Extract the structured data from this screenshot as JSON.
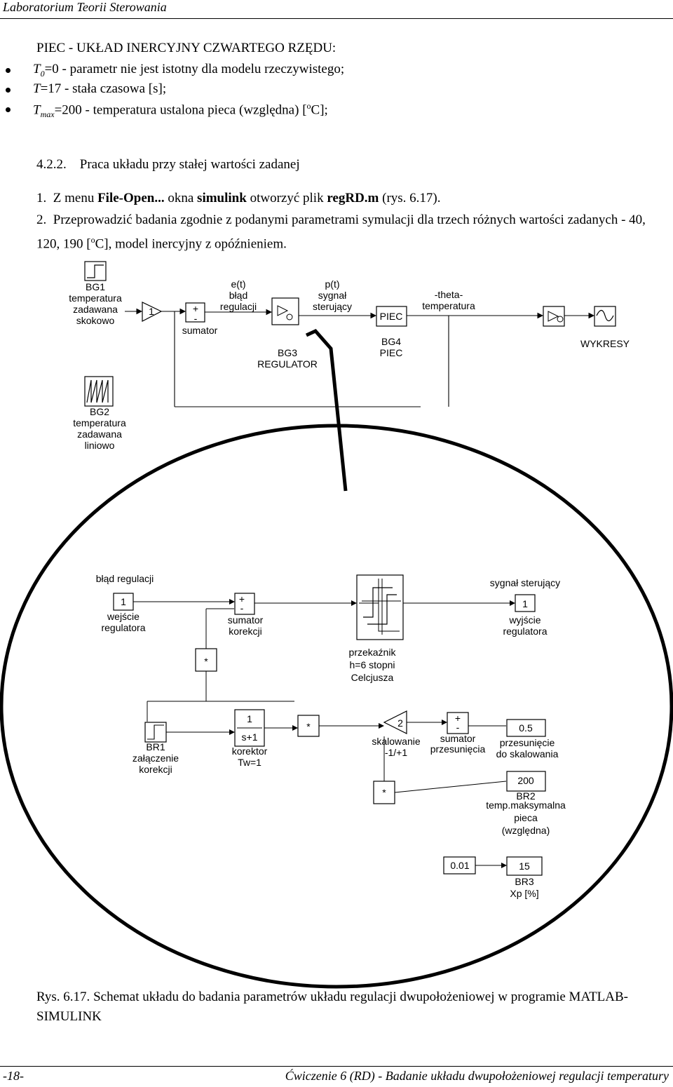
{
  "header": {
    "title": "Laboratorium Teorii Sterowania"
  },
  "section_title": "PIEC - UKŁAD INERCYJNY CZWARTEGO RZĘDU:",
  "bullets": [
    {
      "sym": "T",
      "sub": "0",
      "text": "=0 - parametr nie jest istotny dla modelu rzeczywistego;"
    },
    {
      "sym": "T",
      "sub": "",
      "text": "=17 - stała czasowa [s];"
    },
    {
      "sym": "T",
      "sub": "max",
      "text": "=200 - temperatura ustalona  pieca (względna) [",
      "sup": "o",
      "tail": "C];"
    }
  ],
  "subsection": {
    "number": "4.2.2.",
    "title": "Praca układu przy stałej wartości zadanej"
  },
  "steps": {
    "s1_num": "1.",
    "s1_a": "Z menu ",
    "s1_b": "File-Open...",
    "s1_c": " okna ",
    "s1_d": "simulink",
    "s1_e": " otworzyć plik ",
    "s1_f": "regRD.m",
    "s1_g": " (rys. 6.17).",
    "s2_num": "2.",
    "s2_a": "Przeprowadzić badania zgodnie z podanymi parametrami symulacji dla trzech różnych wartości zadanych - 40, 120, 190 [",
    "s2_sup": "o",
    "s2_b": "C], model inercyjny z opóźnieniem."
  },
  "diagram": {
    "bg1": [
      "BG1",
      "temperatura",
      "zadawana",
      "skokowo"
    ],
    "gain1": "1",
    "sum_plus": "+",
    "sum_minus": "-",
    "sumator": "sumator",
    "et": [
      "e(t)",
      "błąd",
      "regulacji"
    ],
    "bg3": [
      "BG3",
      "REGULATOR"
    ],
    "pt": [
      "p(t)",
      "sygnał",
      "sterujący"
    ],
    "piec_block": "PIEC",
    "bg4": [
      "BG4",
      "PIEC"
    ],
    "theta": [
      "-theta-",
      "temperatura"
    ],
    "wykresy": "WYKRESY",
    "bg2": [
      "BG2",
      "temperatura",
      "zadawana",
      "liniowo"
    ],
    "sub_err_title": "błąd regulacji",
    "sub_in_num": "1",
    "sub_in_lbl": [
      "wejście",
      "regulatora"
    ],
    "sum_kor": [
      "sumator",
      "korekcji"
    ],
    "sub_out_title": "sygnał sterujący",
    "sub_out_num": "1",
    "sub_out_lbl": [
      "wyjście",
      "regulatora"
    ],
    "mult1": "*",
    "relay_lbl": [
      "przekaźnik",
      "h=6 stopni",
      "Celcjusza"
    ],
    "br1": [
      "BR1",
      "załączenie",
      "korekcji"
    ],
    "tf_num": "1",
    "tf_den": "s+1",
    "tf_lbl": [
      "korektor",
      "Tw=1"
    ],
    "mult2": "*",
    "gain2": "2",
    "skal_lbl": [
      "skalowanie",
      "-1/+1"
    ],
    "sum_prz": [
      "sumator",
      "przesunięcia"
    ],
    "c05": "0.5",
    "c05_lbl": [
      "przesunięcie",
      "do skalowania"
    ],
    "mult3": "*",
    "c200": "200",
    "br2": [
      "BR2",
      "temp.maksymalna",
      "pieca",
      "(względna)"
    ],
    "c001": "0.01",
    "c15": "15",
    "br3": [
      "BR3",
      "Xp [%]"
    ]
  },
  "caption": {
    "label": "Rys. 6.17.",
    "text": "  Schemat układu do badania parametrów układu regulacji dwupołożeniowej w programie MATLAB-SIMULINK"
  },
  "footer": {
    "left": "-18-",
    "right": "Ćwiczenie 6 (RD) - Badanie układu dwupołożeniowej regulacji temperatury"
  }
}
